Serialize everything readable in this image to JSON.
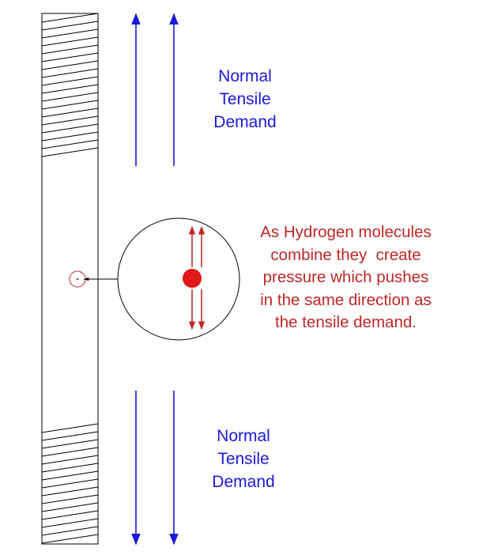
{
  "colors": {
    "blue": "#1a1ad8",
    "red": "#c02626",
    "molecule": "#e01818",
    "outline": "#000000",
    "background": "#ffffff"
  },
  "labels": {
    "top_demand": {
      "line1": "Normal",
      "line2": "Tensile",
      "line3": "Demand"
    },
    "bottom_demand": {
      "line1": "Normal",
      "line2": "Tensile",
      "line3": "Demand"
    },
    "explanation": {
      "line1": "As Hydrogen molecules",
      "line2": "combine they  create",
      "line3": "pressure which pushes",
      "line4": "in the same direction as",
      "line5": "the tensile demand."
    }
  }
}
